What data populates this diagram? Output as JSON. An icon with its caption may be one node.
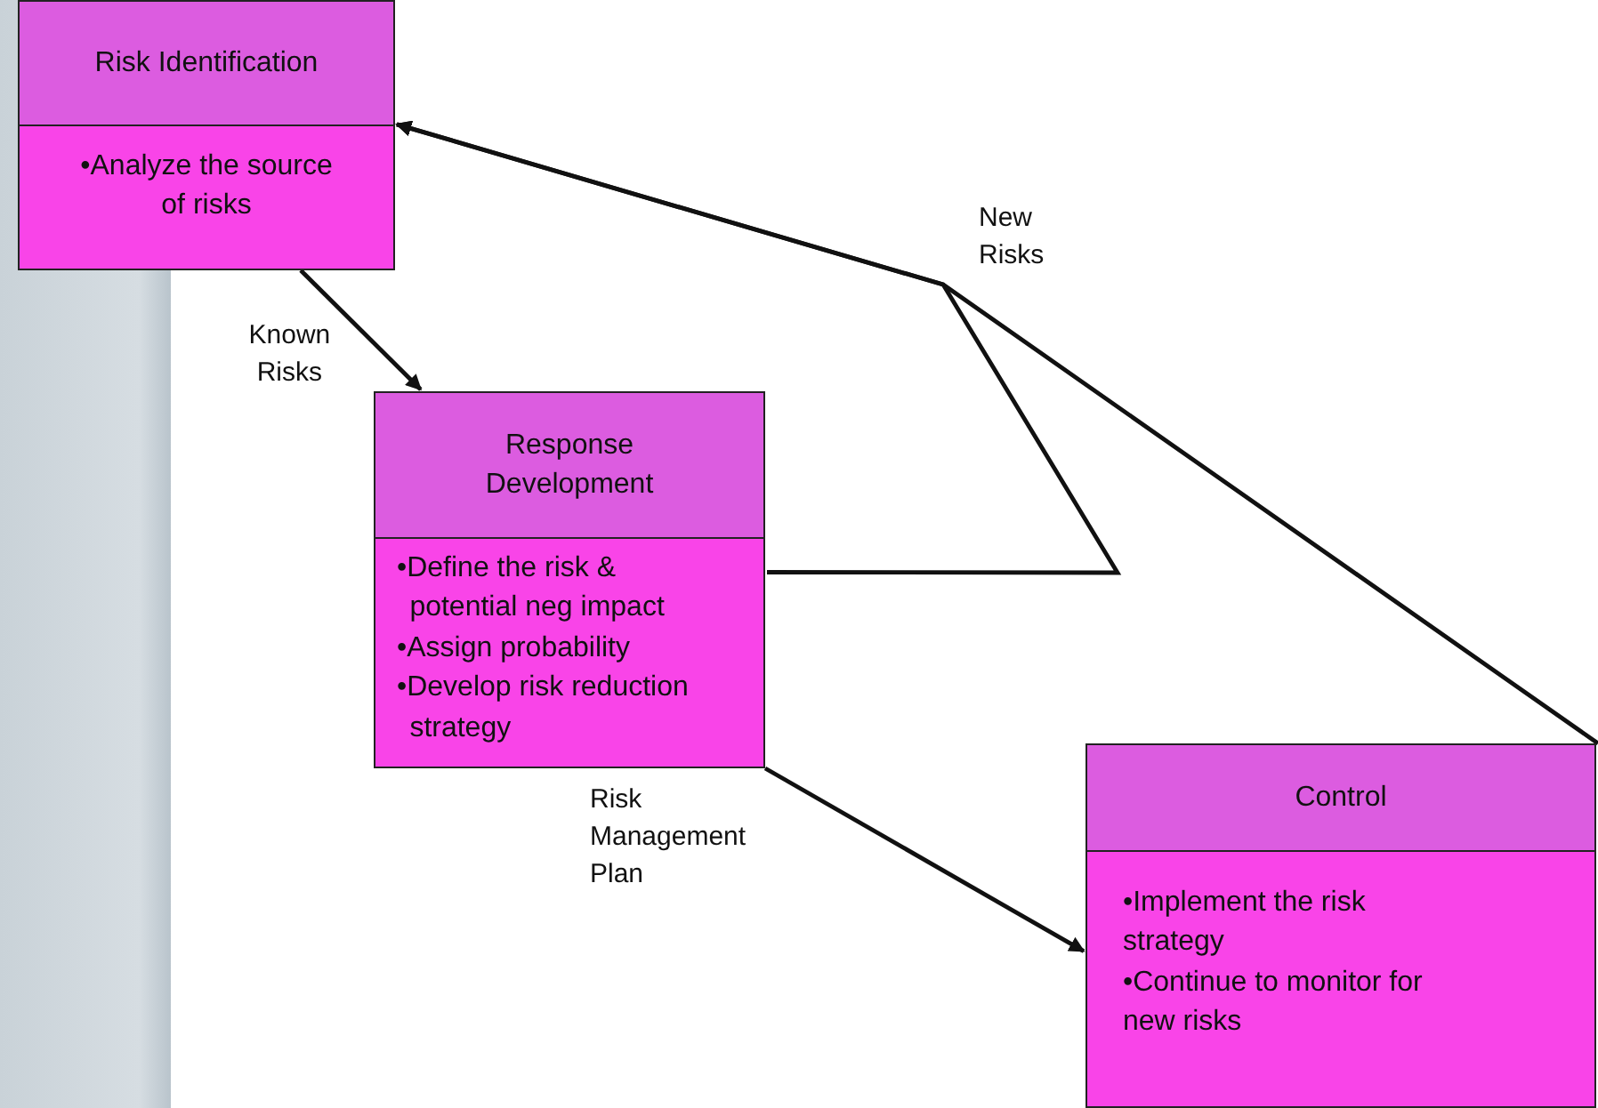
{
  "diagram": {
    "nodes": [
      {
        "text": [
          "Risk Identification",
          "•Analyze the source of risks"
        ]
      },
      {
        "text": [
          "Response Development",
          "•Define the risk & potential neg impact",
          "•Assign probability",
          "•Develop risk reduction strategy"
        ]
      },
      {
        "text": [
          "Control",
          "•Implement the risk strategy",
          "•Continue to monitor for new risks"
        ]
      }
    ],
    "edges": [
      {
        "from": 0,
        "to": 1,
        "arrow": "to",
        "label": "Known Risks"
      },
      {
        "from": 1,
        "to": 2,
        "arrow": "to",
        "label": "Risk Management Plan"
      },
      {
        "from": 2,
        "to": 0,
        "arrow": "to",
        "label": "New Risks"
      },
      {
        "from": 1,
        "to": 0,
        "arrow": "to"
      }
    ]
  }
}
